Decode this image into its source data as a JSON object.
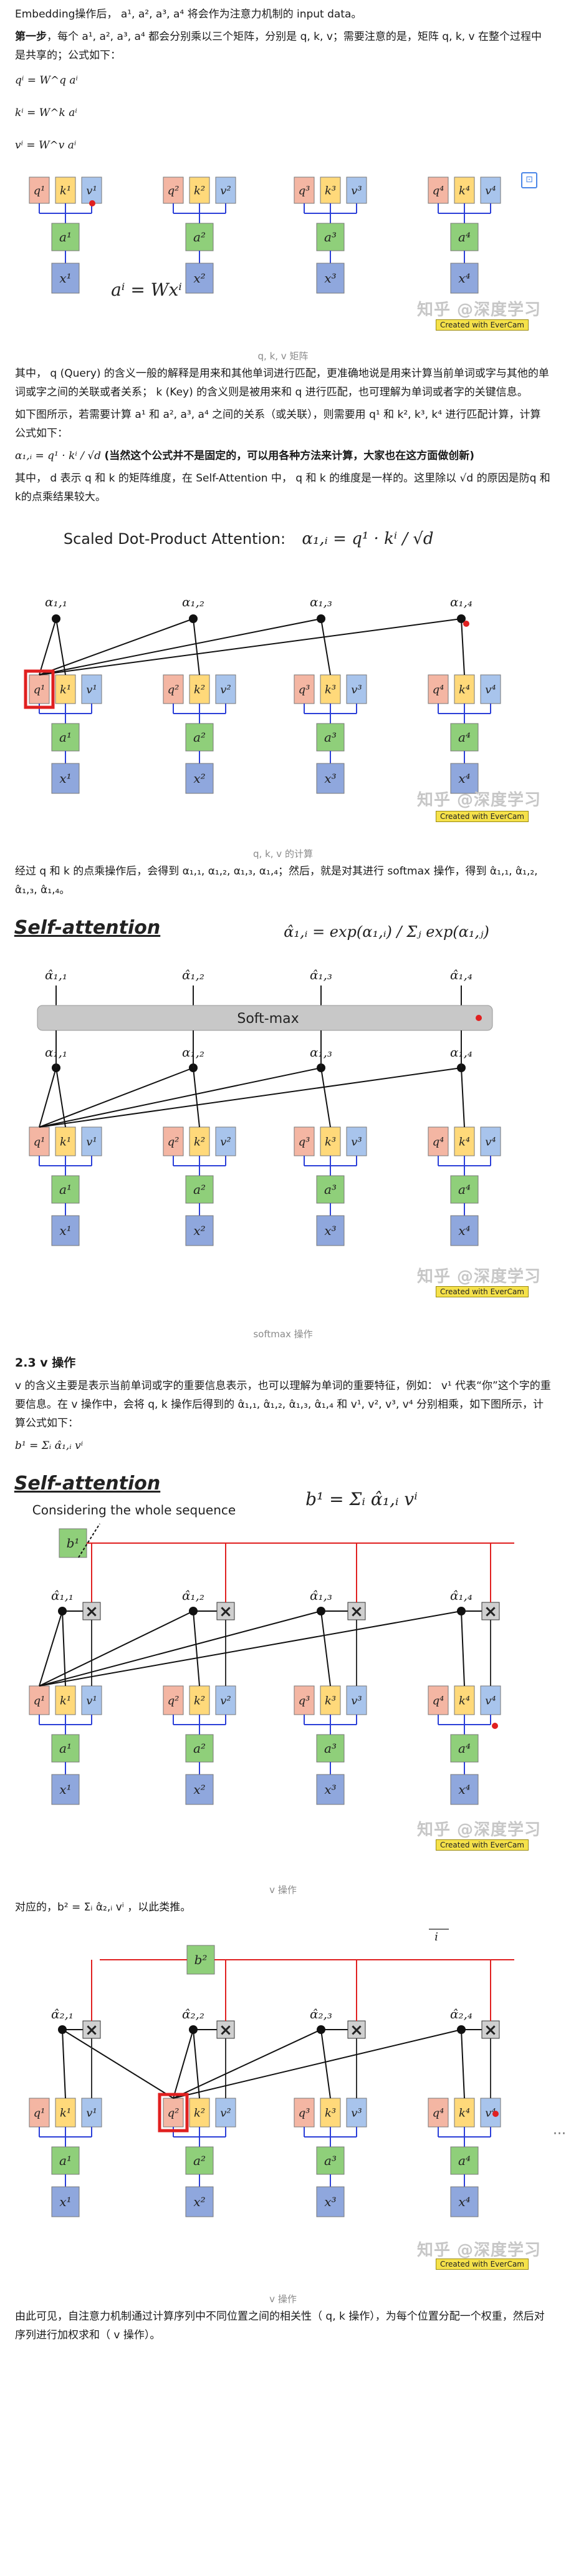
{
  "intro": {
    "line1": "Embedding操作后， a¹, a², a³, a⁴ 将会作为注意力机制的 input data。",
    "step1_label": "第一步",
    "step1_text": "，每个 a¹, a², a³, a⁴ 都会分别乘以三个矩阵，分别是 q, k, v；需要注意的是，矩阵 q, k, v 在整个过程中是共享的；公式如下：",
    "eq_q": "qⁱ = W^q aⁱ",
    "eq_k": "kⁱ = W^k aⁱ",
    "eq_v": "vⁱ = W^v aⁱ"
  },
  "fig1": {
    "caption": "q, k, v 矩阵",
    "formula": "aⁱ = Wxⁱ",
    "nodes": [
      {
        "q": "q¹",
        "k": "k¹",
        "v": "v¹",
        "a": "a¹",
        "x": "x¹"
      },
      {
        "q": "q²",
        "k": "k²",
        "v": "v²",
        "a": "a²",
        "x": "x²"
      },
      {
        "q": "q³",
        "k": "k³",
        "v": "v³",
        "a": "a³",
        "x": "x³"
      },
      {
        "q": "q⁴",
        "k": "k⁴",
        "v": "v⁴",
        "a": "a⁴",
        "x": "x⁴"
      }
    ],
    "watermark": "知乎 @深度学习",
    "stamp": "Created with EverCam"
  },
  "para2": {
    "text1": "其中， q (Query) 的含义一般的解释是用来和其他单词进行匹配，更准确地说是用来计算当前单词或字与其他的单词或字之间的关联或者关系； k (Key) 的含义则是被用来和 q 进行匹配，也可理解为单词或者字的关键信息。",
    "text2": "如下图所示，若需要计算 a¹ 和 a², a³, a⁴ 之间的关系（或关联），则需要用 q¹ 和 k², k³, k⁴ 进行匹配计算，计算公式如下：",
    "formula": "α₁,ᵢ = q¹ · kⁱ / √d",
    "formula_note": "(当然这个公式并不是固定的，可以用各种方法来计算，大家也在这方面做创新)",
    "text3": "其中， d 表示 q 和 k 的矩阵维度，在 Self-Attention 中， q 和 k 的维度是一样的。这里除以 √d 的原因是防q 和 k的点乘结果较大。"
  },
  "fig2": {
    "caption": "q, k, v 的计算",
    "title": "Scaled Dot-Product Attention:",
    "title_formula": "α₁,ᵢ = q¹ · kⁱ / √d",
    "alphas": [
      "α₁,₁",
      "α₁,₂",
      "α₁,₃",
      "α₁,₄"
    ],
    "watermark": "知乎 @深度学习",
    "stamp": "Created with EverCam"
  },
  "para3": {
    "text": "经过 q 和 k 的点乘操作后，会得到 α₁,₁, α₁,₂, α₁,₃, α₁,₄；然后，就是对其进行 softmax 操作，得到 α̂₁,₁, α̂₁,₂, α̂₁,₃, α̂₁,₄。"
  },
  "fig3": {
    "caption": "softmax 操作",
    "title": "Self-attention",
    "formula": "α̂₁,ᵢ = exp(α₁,ᵢ) / Σⱼ exp(α₁,ⱼ)",
    "softmax_label": "Soft-max",
    "hats": [
      "α̂₁,₁",
      "α̂₁,₂",
      "α̂₁,₃",
      "α̂₁,₄"
    ],
    "alphas": [
      "α₁,₁",
      "α₁,₂",
      "α₁,₃",
      "α₁,₄"
    ],
    "watermark": "知乎 @深度学习",
    "stamp": "Created with EverCam"
  },
  "section4": {
    "heading": "2.3 v 操作",
    "text": "v 的含义主要是表示当前单词或字的重要信息表示，也可以理解为单词的重要特征，例如： v¹ 代表“你”这个字的重要信息。在 v 操作中，会将 q, k 操作后得到的 α̂₁,₁, α̂₁,₂, α̂₁,₃, α̂₁,₄ 和 v¹, v², v³, v⁴ 分别相乘，如下图所示，计算公式如下：",
    "formula": "b¹ = Σᵢ α̂₁,ᵢ vⁱ"
  },
  "fig4": {
    "caption": "v 操作",
    "title": "Self-attention",
    "subtitle": "Considering the whole sequence",
    "formula": "b¹ = Σᵢ α̂₁,ᵢ vⁱ",
    "b_label": "b¹",
    "hats": [
      "α̂₁,₁",
      "α̂₁,₂",
      "α̂₁,₃",
      "α̂₁,₄"
    ],
    "watermark": "知乎 @深度学习",
    "stamp": "Created with EverCam"
  },
  "para5": {
    "text": "对应的，b² = Σᵢ α̂₂,ᵢ vⁱ ，以此类推。"
  },
  "fig5": {
    "caption": "v 操作",
    "b_label": "b²",
    "alphas": [
      "α̂₂,₁",
      "α̂₂,₂",
      "α̂₂,₃",
      "α̂₂,₄"
    ],
    "side_marker": "i",
    "watermark": "知乎 @深度学习",
    "stamp": "Created with EverCam"
  },
  "para6": {
    "text": "由此可见，自注意力机制通过计算序列中不同位置之间的相关性（ q, k 操作），为每个位置分配一个权重，然后对序列进行加权求和（ v 操作）。"
  },
  "colors": {
    "q": "#f4b6a3",
    "k": "#ffd97a",
    "v": "#a8c4ec",
    "a": "#8fcf7a",
    "x": "#8fa7dd",
    "red": "#e02020"
  }
}
